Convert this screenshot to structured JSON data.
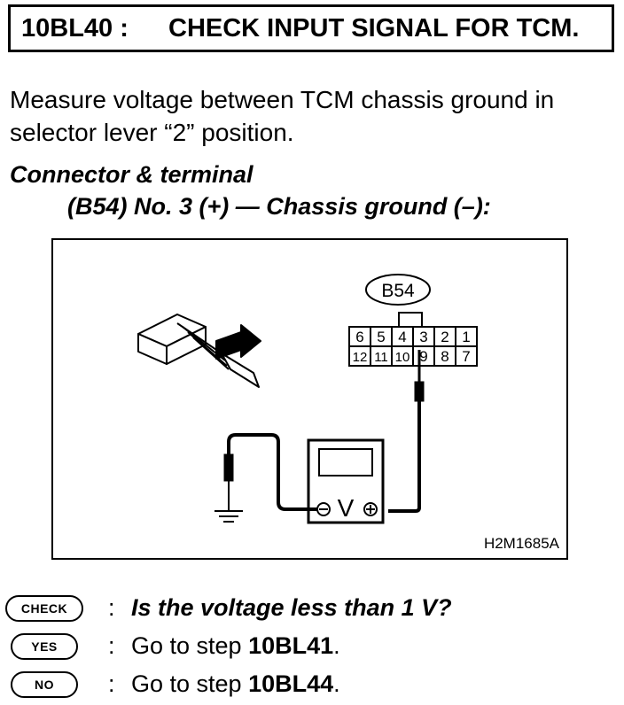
{
  "header": {
    "step_code": "10BL40 :",
    "title": "CHECK INPUT SIGNAL FOR TCM."
  },
  "instruction": "Measure voltage between TCM chassis ground in selector lever “2” position.",
  "connector": {
    "heading": "Connector & terminal",
    "spec": "(B54) No. 3 (+) — Chassis ground (–):"
  },
  "diagram": {
    "connector_label": "B54",
    "terminals_top": [
      "6",
      "5",
      "4",
      "3",
      "2",
      "1"
    ],
    "terminals_bottom": [
      "12",
      "11",
      "10",
      "9",
      "8",
      "7"
    ],
    "meter_symbol": "V",
    "figure_code": "H2M1685A"
  },
  "rows": [
    {
      "badge": "CHECK",
      "colon": ":",
      "text": "Is the voltage less than 1 V?"
    },
    {
      "badge": "YES",
      "colon": ":",
      "prefix": "Go to step ",
      "ref": "10BL41",
      "suffix": "."
    },
    {
      "badge": "NO",
      "colon": ":",
      "prefix": "Go to step ",
      "ref": "10BL44",
      "suffix": "."
    }
  ]
}
